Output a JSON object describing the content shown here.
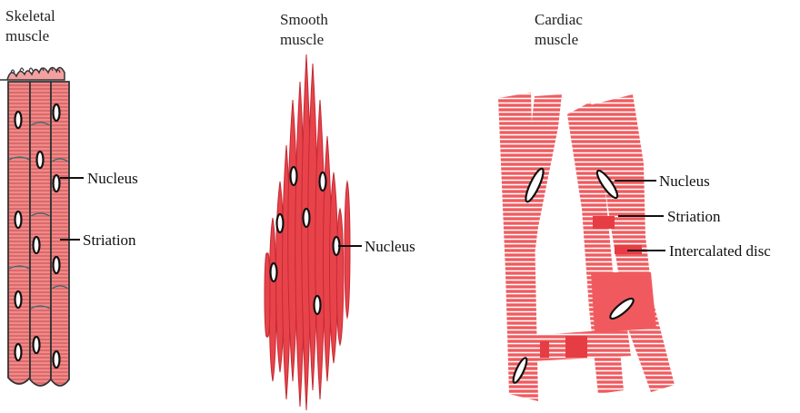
{
  "panels": {
    "skeletal": {
      "title_line1": "Skeletal",
      "title_line2": "muscle",
      "labels": {
        "nucleus": "Nucleus",
        "striation": "Striation"
      }
    },
    "smooth": {
      "title_line1": "Smooth",
      "title_line2": "muscle",
      "labels": {
        "nucleus": "Nucleus"
      }
    },
    "cardiac": {
      "title_line1": "Cardiac",
      "title_line2": "muscle",
      "labels": {
        "nucleus": "Nucleus",
        "striation": "Striation",
        "intercalated_disc": "Intercalated disc"
      }
    }
  },
  "colors": {
    "fiber_fill": "#f08a8a",
    "fiber_stroke": "#333333",
    "smooth_fill": "#e8434b",
    "cardiac_fill": "#f16a6a",
    "cardiac_stripe": "#ffffff",
    "nucleus_fill": "#ffffff",
    "nucleus_stroke": "#111111",
    "leader_line": "#111111"
  }
}
